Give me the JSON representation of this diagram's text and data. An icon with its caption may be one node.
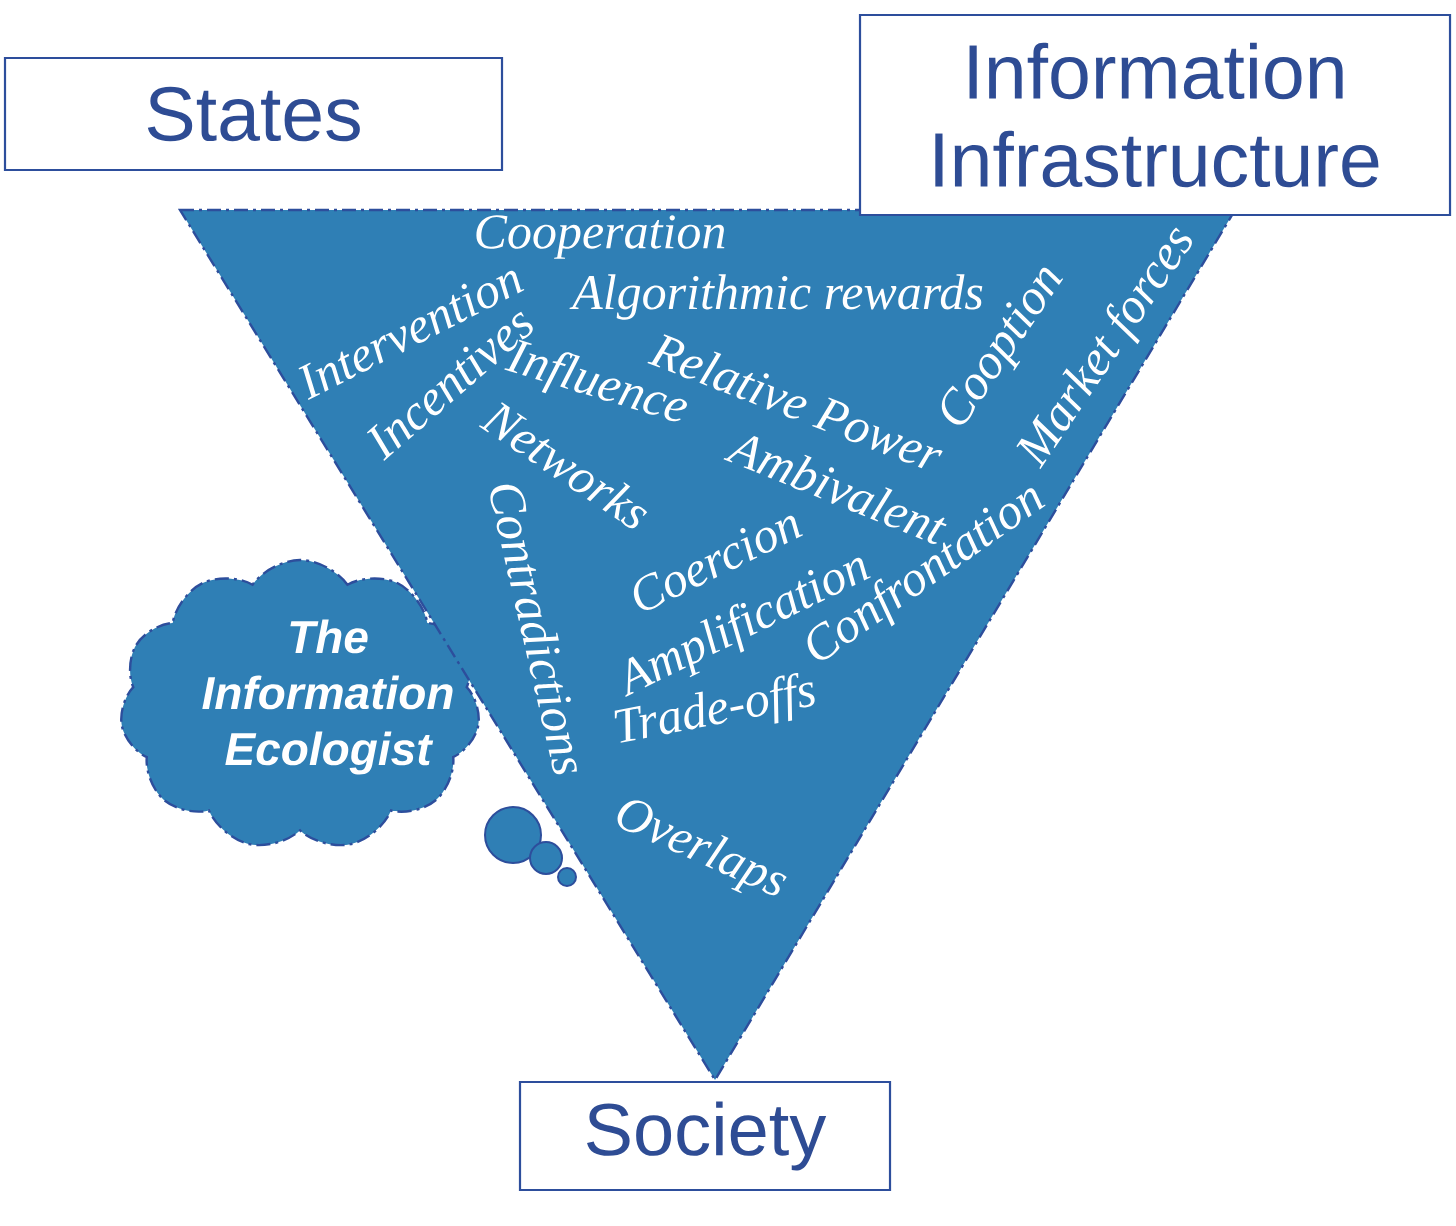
{
  "diagram": {
    "nodes": [
      {
        "text": [
          "States"
        ]
      },
      {
        "text": [
          "Information Infrastructure"
        ]
      },
      {
        "text": [
          "Cooperation",
          "Intervention",
          "Algorithmic rewards",
          "Incentives",
          "Cooption",
          "Market forces",
          "Influence",
          "Relative Power",
          "Networks",
          "Ambivalent",
          "Contradictions",
          "Coercion",
          "Confrontation",
          "Amplification",
          "Trade-offs",
          "Overlaps"
        ]
      },
      {
        "text": [
          "The Information Ecologist"
        ]
      },
      {
        "text": [
          "Society"
        ]
      }
    ]
  }
}
